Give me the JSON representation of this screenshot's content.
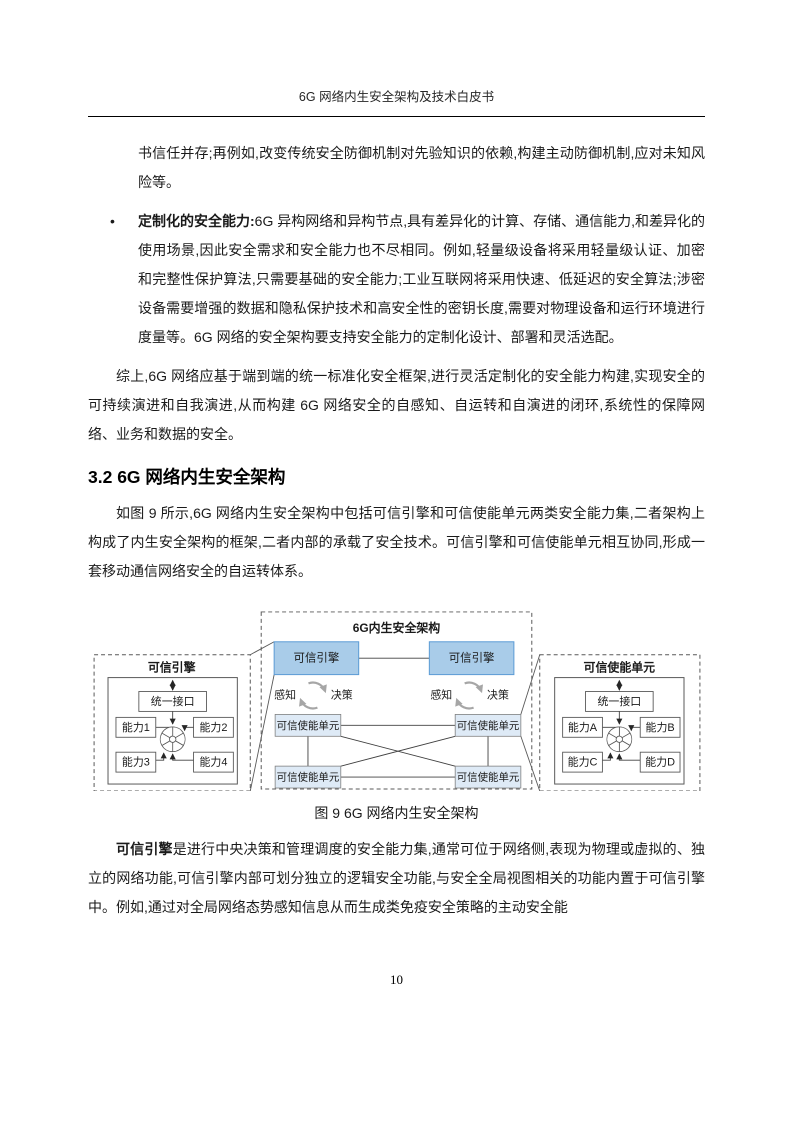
{
  "header": {
    "title": "6G 网络内生安全架构及技术白皮书"
  },
  "paragraphs": {
    "continuation": "书信任并存;再例如,改变传统安全防御机制对先验知识的依赖,构建主动防御机制,应对未知风险等。",
    "bullet": {
      "marker": "•",
      "label": "定制化的安全能力:",
      "text": "6G 异构网络和异构节点,具有差异化的计算、存储、通信能力,和差异化的使用场景,因此安全需求和安全能力也不尽相同。例如,轻量级设备将采用轻量级认证、加密和完整性保护算法,只需要基础的安全能力;工业互联网将采用快速、低延迟的安全算法;涉密设备需要增强的数据和隐私保护技术和高安全性的密钥长度,需要对物理设备和运行环境进行度量等。6G 网络的安全架构要支持安全能力的定制化设计、部署和灵活选配。"
    },
    "summary": "综上,6G 网络应基于端到端的统一标准化安全框架,进行灵活定制化的安全能力构建,实现安全的可持续演进和自我演进,从而构建 6G 网络安全的自感知、自运转和自演进的闭环,系统性的保障网络、业务和数据的安全。",
    "section_intro": "如图 9 所示,6G 网络内生安全架构中包括可信引擎和可信使能单元两类安全能力集,二者架构上构成了内生安全架构的框架,二者内部的承载了安全技术。可信引擎和可信使能单元相互协同,形成一套移动通信网络安全的自运转体系。",
    "closing": {
      "label": "可信引擎",
      "text": "是进行中央决策和管理调度的安全能力集,通常可位于网络侧,表现为物理或虚拟的、独立的网络功能,可信引擎内部可划分独立的逻辑安全功能,与安全全局视图相关的功能内置于可信引擎中。例如,通过对全局网络态势感知信息从而生成类免疫安全策略的主动安全能"
    }
  },
  "section": {
    "title": "3.2 6G 网络内生安全架构"
  },
  "figure": {
    "caption": "图 9 6G 网络内生安全架构",
    "center": {
      "title": "6G内生安全架构",
      "engine_label": "可信引擎",
      "perceive_label": "感知",
      "decide_label": "决策",
      "unit_label": "可信使能单元"
    },
    "left_panel": {
      "title": "可信引擎",
      "interface_label": "统一接口",
      "capabilities": [
        "能力1",
        "能力2",
        "能力3",
        "能力4"
      ]
    },
    "right_panel": {
      "title": "可信使能单元",
      "interface_label": "统一接口",
      "capabilities": [
        "能力A",
        "能力B",
        "能力C",
        "能力D"
      ]
    },
    "colors": {
      "engine_box_fill": "#A9CCE9",
      "unit_box_fill": "#DEEAF6"
    }
  },
  "footer": {
    "page_number": "10"
  }
}
